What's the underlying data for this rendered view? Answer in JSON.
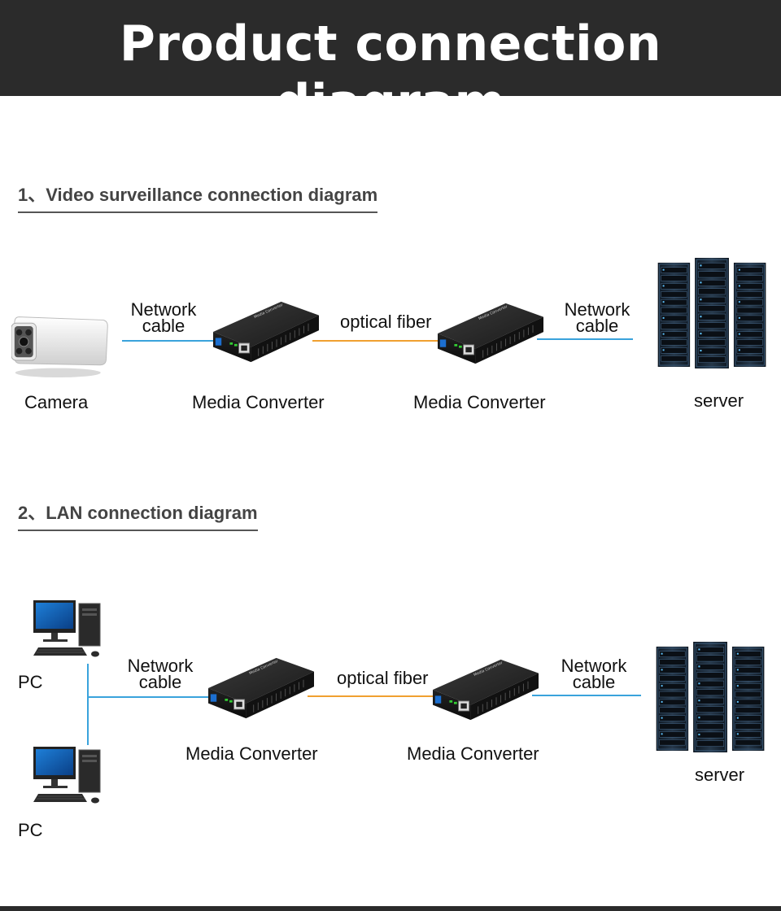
{
  "header": {
    "title": "Product connection diagram"
  },
  "section1": {
    "heading": "1、Video surveillance connection diagram",
    "camera_label": "Camera",
    "left_cable_line1": "Network",
    "left_cable_line2": "cable",
    "converter1_label": "Media Converter",
    "fiber_label": "optical fiber",
    "converter2_label": "Media Converter",
    "right_cable_line1": "Network",
    "right_cable_line2": "cable",
    "server_label": "server"
  },
  "section2": {
    "heading": "2、LAN connection diagram",
    "pc1_label": "PC",
    "pc2_label": "PC",
    "left_cable_line1": "Network",
    "left_cable_line2": "cable",
    "converter1_label": "Media Converter",
    "fiber_label": "optical fiber",
    "converter2_label": "Media Converter",
    "right_cable_line1": "Network",
    "right_cable_line2": "cable",
    "server_label": "server"
  },
  "colors": {
    "banner": "#2b2b2b",
    "network_cable": "#3aa3dc",
    "optical_fiber": "#f0a030"
  },
  "icons": [
    "camera-icon",
    "media-converter-icon",
    "server-rack-icon",
    "pc-icon"
  ]
}
